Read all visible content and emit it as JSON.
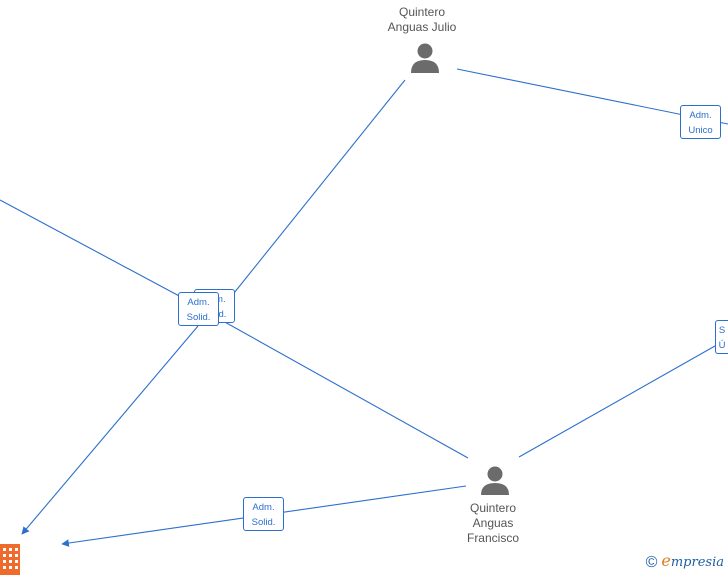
{
  "nodes": {
    "julio": {
      "label_line1": "Quintero",
      "label_line2": "Anguas Julio"
    },
    "francisco": {
      "label_line1": "Quintero",
      "label_line2": "Anguas",
      "label_line3": "Francisco"
    }
  },
  "edge_labels": {
    "adm_unico": {
      "line1": "Adm.",
      "line2": "Unico"
    },
    "adm_solid_back": {
      "line1": "Adm.",
      "line2": "Solid."
    },
    "adm_solid_front": {
      "line1": "Adm.",
      "line2": "Solid."
    },
    "adm_solid_bottom": {
      "line1": "Adm.",
      "line2": "Solid."
    },
    "right_partial": {
      "line1": "S",
      "line2": "Ú"
    }
  },
  "brand": {
    "copyright": "©",
    "e": "e",
    "rest": "mpresia"
  },
  "colors": {
    "edge": "#2c6fcd",
    "person": "#6b6b6b",
    "company": "#f06a2c"
  }
}
